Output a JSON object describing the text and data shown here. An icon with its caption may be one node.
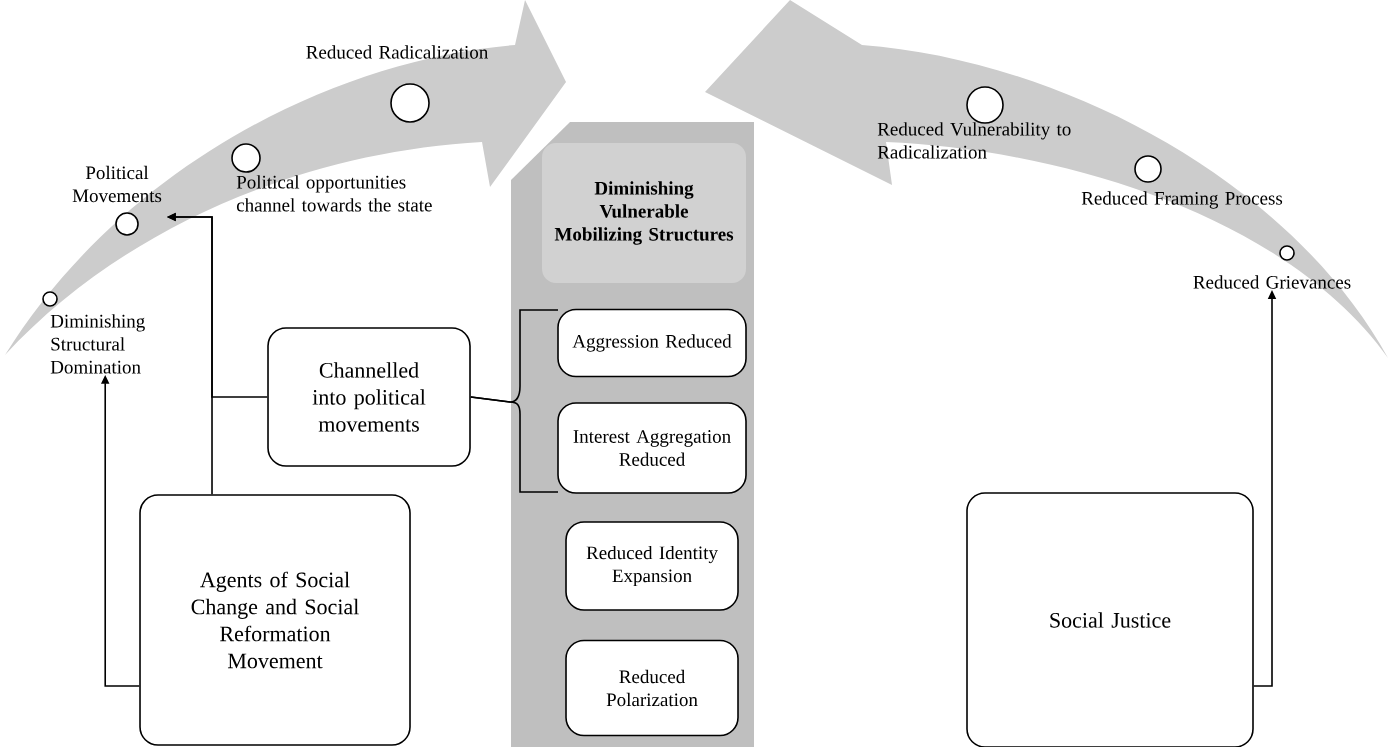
{
  "diagram": {
    "nodes": [
      {
        "text": [
          "Agents of Social Change and Social Reformation Movement"
        ]
      },
      {
        "text": [
          "Channelled into political movements"
        ]
      },
      {
        "text": [
          "Diminishing Vulnerable Mobilizing Structures"
        ]
      },
      {
        "text": [
          "Aggression Reduced"
        ],
        "in": 2
      },
      {
        "text": [
          "Interest Aggregation Reduced"
        ],
        "in": 2
      },
      {
        "text": [
          "Reduced Identity Expansion"
        ],
        "in": 2
      },
      {
        "text": [
          "Reduced Polarization"
        ],
        "in": 2
      },
      {
        "text": [
          "Social Justice"
        ]
      },
      {
        "text": [],
        "shape": "circle",
        "beside": [
          "Diminishing Structural Domination"
        ]
      },
      {
        "text": [],
        "shape": "circle",
        "beside": [
          "Political Movements"
        ]
      },
      {
        "text": [],
        "shape": "circle",
        "beside": [
          "Political opportunities channel towards the state"
        ]
      },
      {
        "text": [],
        "shape": "circle",
        "beside": [
          "Reduced Radicalization"
        ]
      },
      {
        "text": [],
        "shape": "circle",
        "beside": [
          "Reduced Vulnerability to Radicalization"
        ]
      },
      {
        "text": [],
        "shape": "circle",
        "beside": [
          "Reduced Framing Process"
        ]
      },
      {
        "text": [],
        "shape": "circle",
        "beside": [
          "Reduced Grievances"
        ]
      }
    ],
    "edges": [
      {
        "from": 0,
        "to": 9,
        "arrow": "to"
      },
      {
        "from": 1,
        "to": 9,
        "arrow": "to"
      },
      {
        "from": 0,
        "to": 8,
        "arrow": "to"
      },
      {
        "from": 1,
        "to": 3,
        "arrow": "none"
      },
      {
        "from": 1,
        "to": 4,
        "arrow": "none"
      },
      {
        "from": 7,
        "to": 14,
        "arrow": "to"
      }
    ]
  }
}
